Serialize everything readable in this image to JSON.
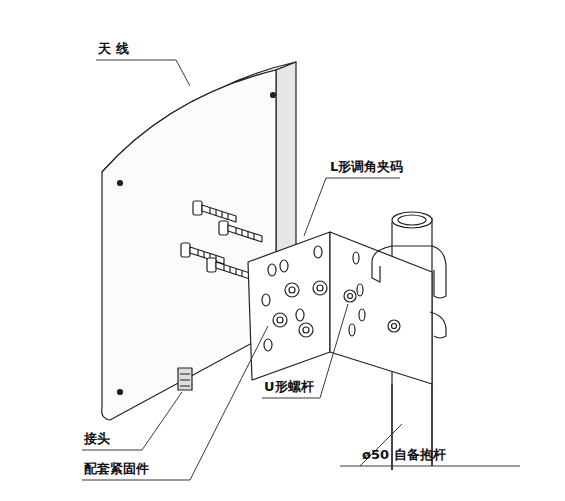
{
  "diagram": {
    "labels": [
      "天 线",
      "L形调角夹码",
      "U形螺杆",
      "接头",
      "配套紧固件",
      "ø50 自备抱杆"
    ]
  }
}
